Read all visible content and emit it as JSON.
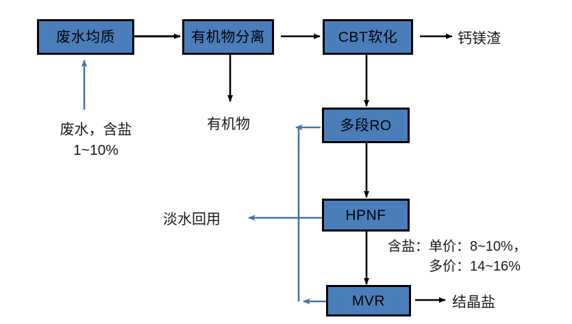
{
  "diagram": {
    "title": "waste-water zero-liquid-discharge process flow",
    "colors": {
      "node_fill": "#4a7ebb",
      "node_border": "#000000",
      "black_arrow": "#000000",
      "blue_arrow": "#4472a8",
      "background": "#ffffff"
    },
    "nodes": [
      {
        "id": "homogenize",
        "label": "废水均质"
      },
      {
        "id": "organics_separation",
        "label": "有机物分离"
      },
      {
        "id": "cbt_softening",
        "label": "CBT软化"
      },
      {
        "id": "multi_stage_ro",
        "label": "多段RO"
      },
      {
        "id": "hpnf",
        "label": "HPNF"
      },
      {
        "id": "mvr",
        "label": "MVR"
      }
    ],
    "labels": [
      {
        "id": "ca-mg-slag",
        "text": "钙镁渣"
      },
      {
        "id": "organics",
        "text": "有机物"
      },
      {
        "id": "fresh-water-reuse",
        "text": "淡水回用"
      },
      {
        "id": "crystal-salt",
        "text": "结晶盐"
      }
    ],
    "feed_note": {
      "line1": "废水，含盐",
      "line2": "1~10%"
    },
    "salinity_note": {
      "line1": "含盐：单价：8~10%，",
      "line2": "多价：14~16%"
    },
    "edges": [
      {
        "id": "edge-homogenize-to-organics",
        "from": "废水均质",
        "to": "有机物分离",
        "color": "black"
      },
      {
        "id": "edge-organics-to-cbt",
        "from": "有机物分离",
        "to": "CBT软化",
        "color": "black"
      },
      {
        "id": "edge-cbt-to-slag",
        "from": "CBT软化",
        "to": "钙镁渣",
        "color": "black"
      },
      {
        "id": "edge-organics-down",
        "from": "有机物分离",
        "to": "有机物",
        "color": "black"
      },
      {
        "id": "edge-cbt-to-ro",
        "from": "CBT软化",
        "to": "多段RO",
        "color": "black"
      },
      {
        "id": "edge-ro-to-hpnf",
        "from": "多段RO",
        "to": "HPNF",
        "color": "black"
      },
      {
        "id": "edge-hpnf-to-mvr",
        "from": "HPNF",
        "to": "MVR",
        "color": "black"
      },
      {
        "id": "edge-mvr-to-salt",
        "from": "MVR",
        "to": "结晶盐",
        "color": "black"
      },
      {
        "id": "edge-feed-to-homogenize",
        "from": "废水，含盐 1~10%",
        "to": "废水均质",
        "color": "blue"
      },
      {
        "id": "edge-hpnf-to-reuse",
        "from": "HPNF",
        "to": "淡水回用",
        "color": "blue"
      },
      {
        "id": "edge-ro-recycle",
        "from": "回流总管",
        "to": "多段RO",
        "color": "blue"
      },
      {
        "id": "edge-mvr-recycle",
        "from": "MVR",
        "to": "回流总管",
        "color": "blue"
      }
    ]
  }
}
